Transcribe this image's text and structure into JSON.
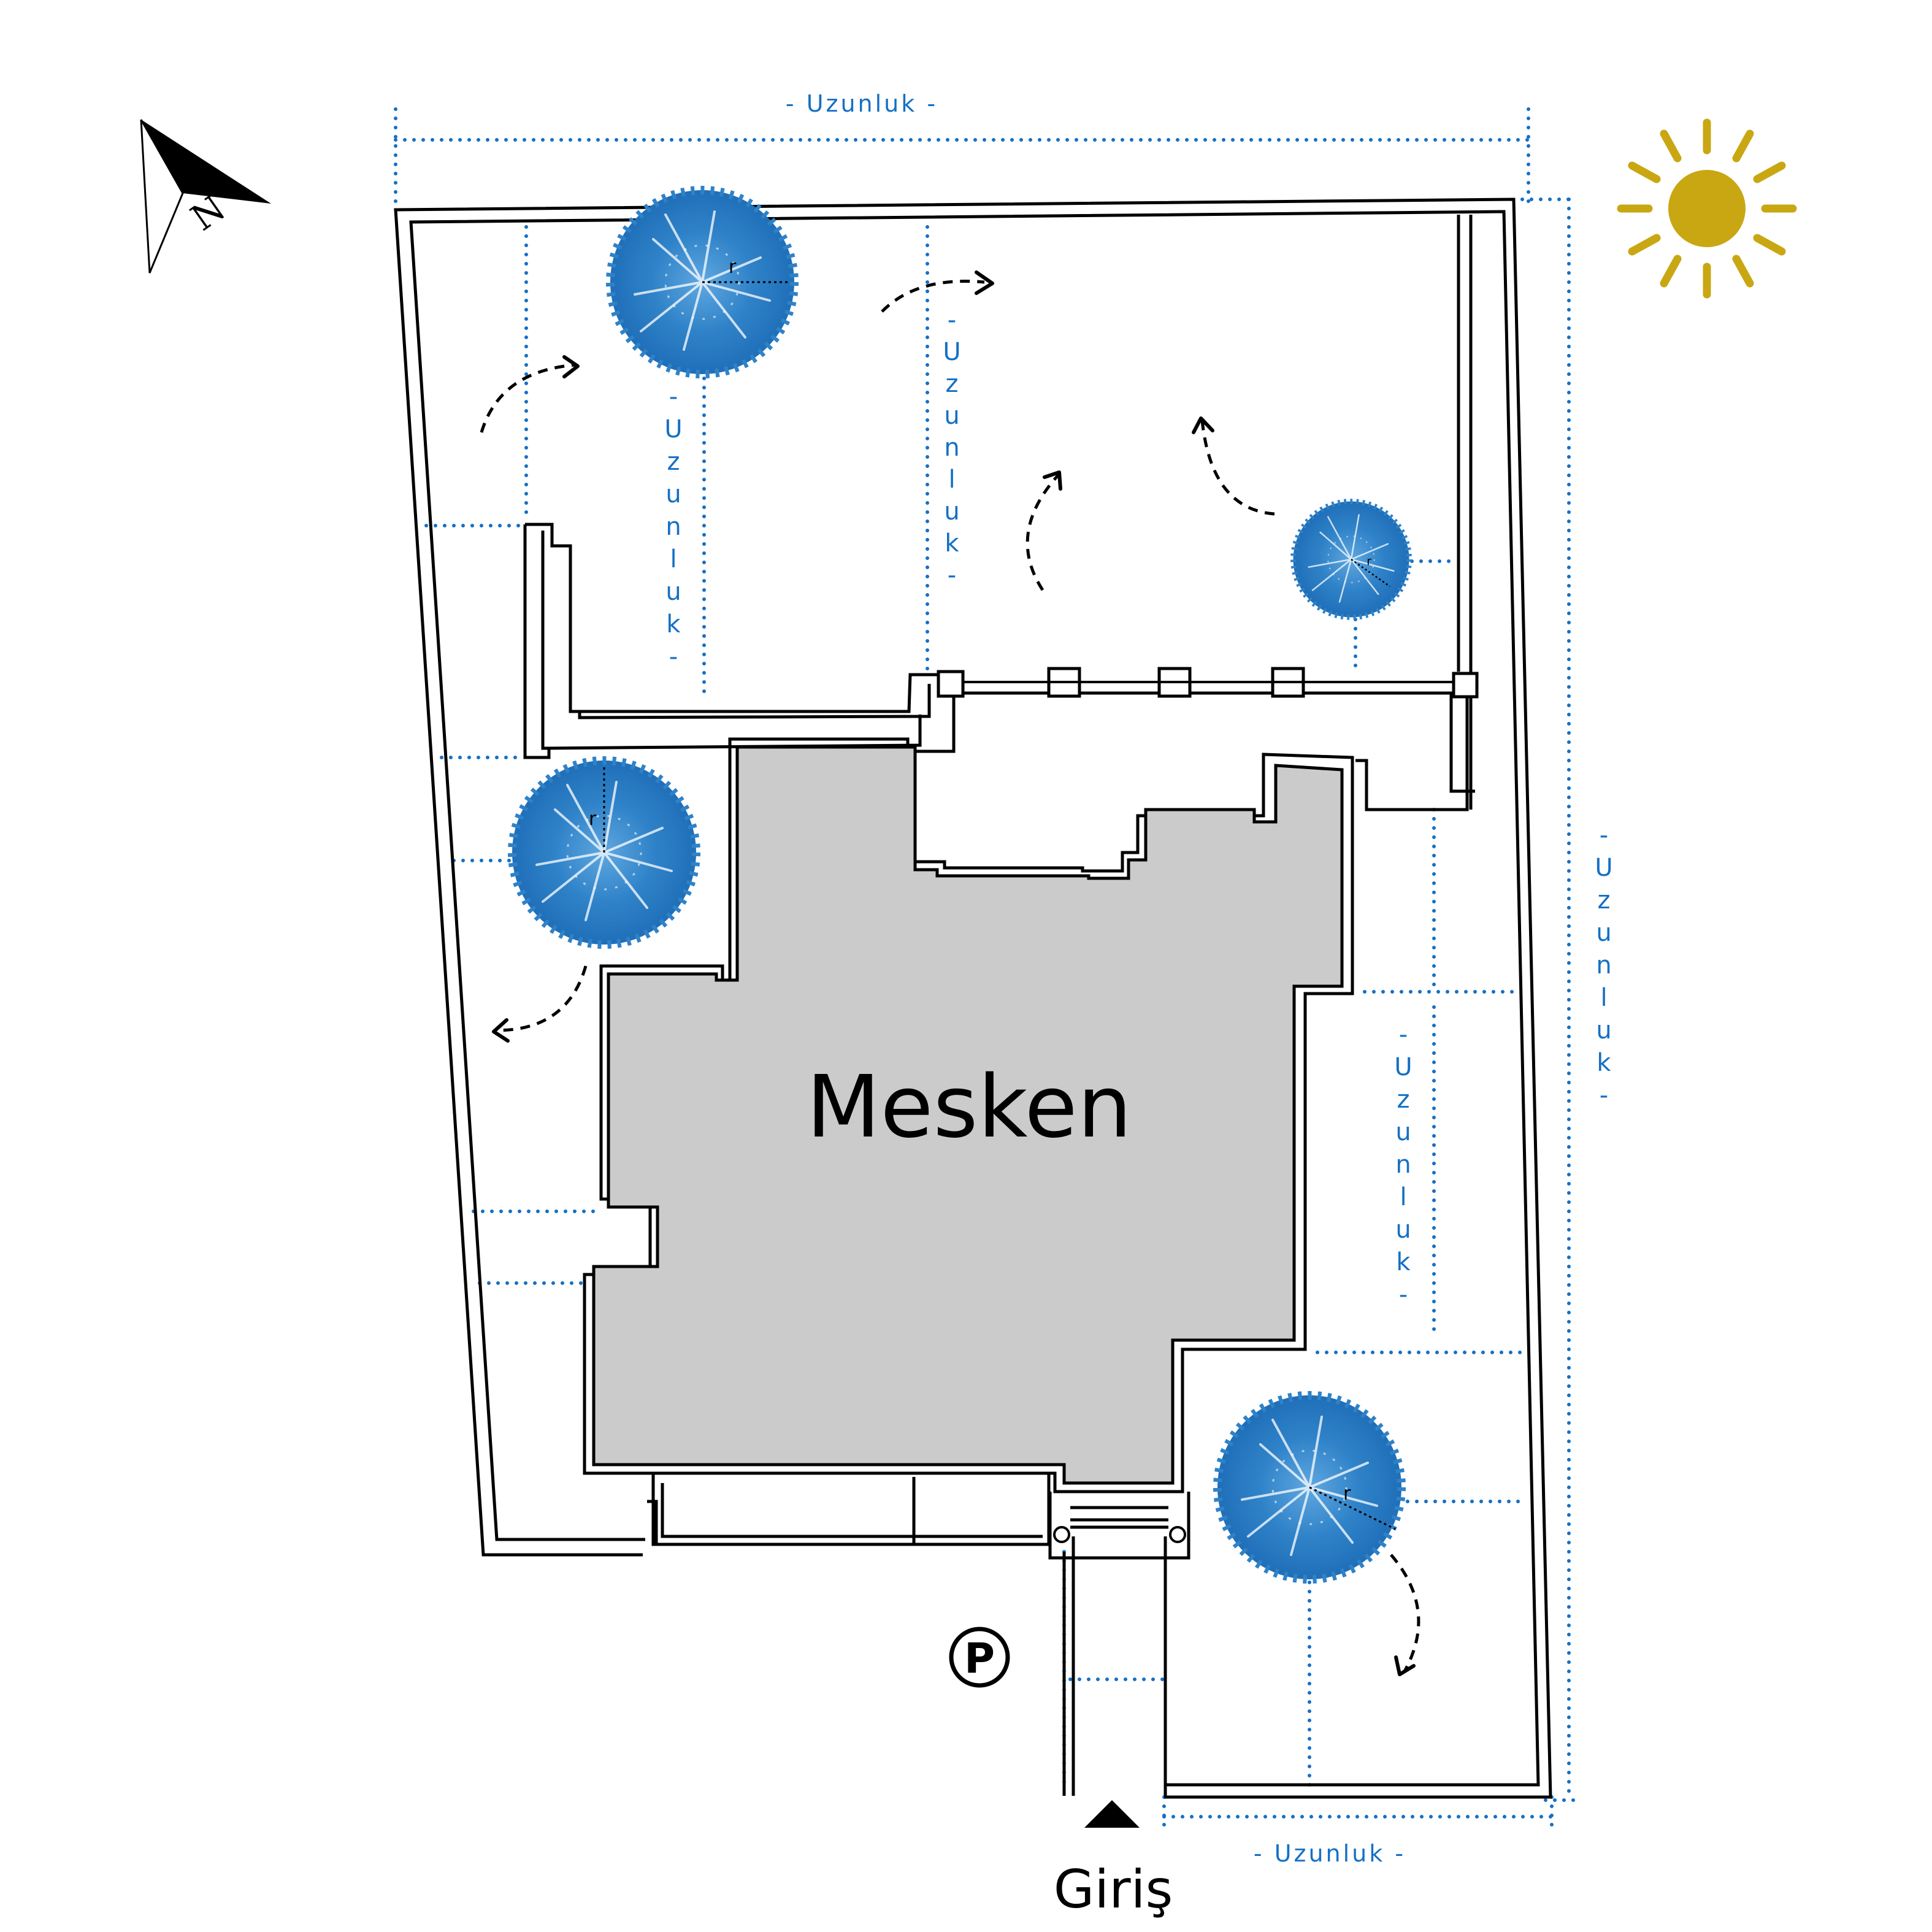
{
  "building": {
    "label": "Mesken"
  },
  "entrance": {
    "label": "Giriş"
  },
  "parking": {
    "label": "P"
  },
  "compass": {
    "label": "N"
  },
  "dimensions": {
    "top": "- Uzunluk -",
    "bottom": "- Uzunluk -",
    "vertical_1": [
      "-",
      "U",
      "z",
      "u",
      "n",
      "l",
      "u",
      "k",
      "-"
    ],
    "vertical_2": [
      "-",
      "U",
      "z",
      "u",
      "n",
      "l",
      "u",
      "k",
      "-"
    ],
    "vertical_3": [
      "-",
      "U",
      "z",
      "u",
      "n",
      "l",
      "u",
      "k",
      "-"
    ],
    "vertical_4": [
      "-",
      "U",
      "z",
      "u",
      "n",
      "l",
      "u",
      "k",
      "-"
    ]
  },
  "trees": [
    {
      "label": "r"
    },
    {
      "label": "r"
    },
    {
      "label": "r"
    },
    {
      "label": "r"
    }
  ],
  "colors": {
    "tree": "#2f82c8",
    "sun": "#c9a712",
    "dimension": "#1570c4",
    "building_fill": "#cbcbcb"
  }
}
